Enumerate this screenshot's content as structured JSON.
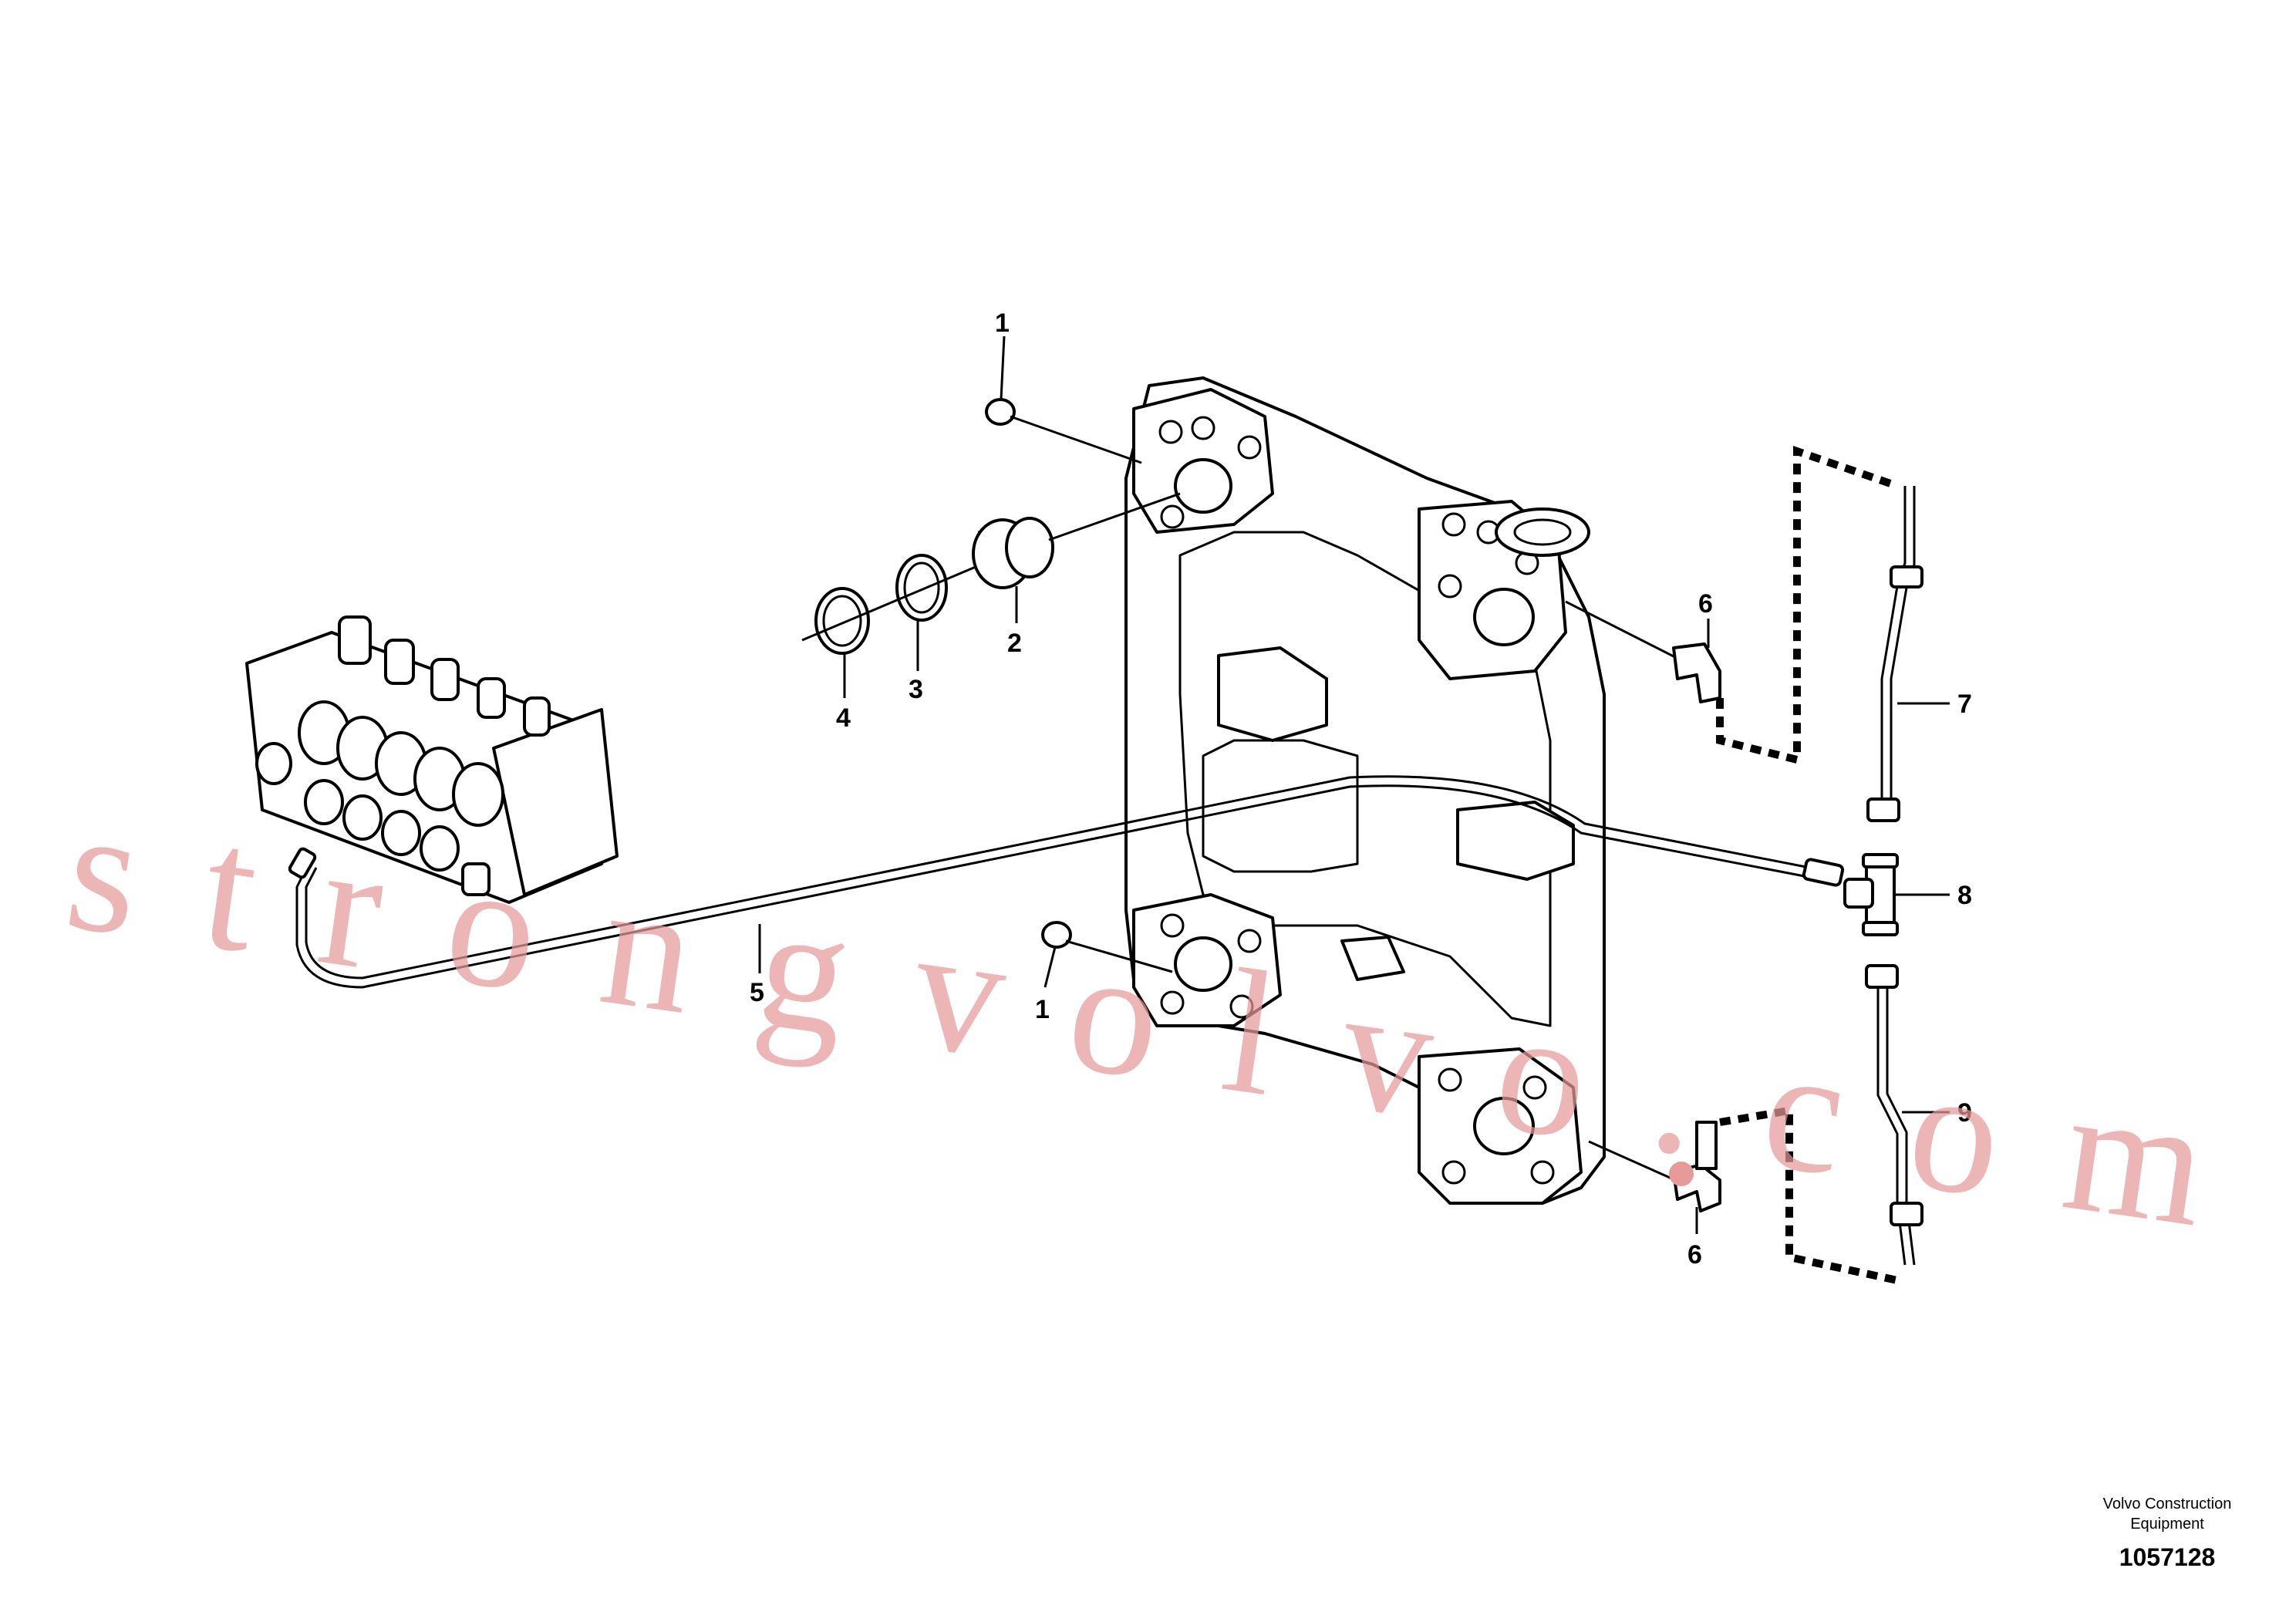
{
  "callouts": {
    "c1_top": "1",
    "c1_bottom": "1",
    "c2": "2",
    "c3": "3",
    "c4": "4",
    "c5": "5",
    "c6_top": "6",
    "c6_bottom": "6",
    "c7": "7",
    "c8": "8",
    "c9": "9"
  },
  "footer": {
    "brand_line1": "Volvo Construction",
    "brand_line2": "Equipment",
    "doc_number": "1057128"
  },
  "watermark": "strongvolvo.com"
}
